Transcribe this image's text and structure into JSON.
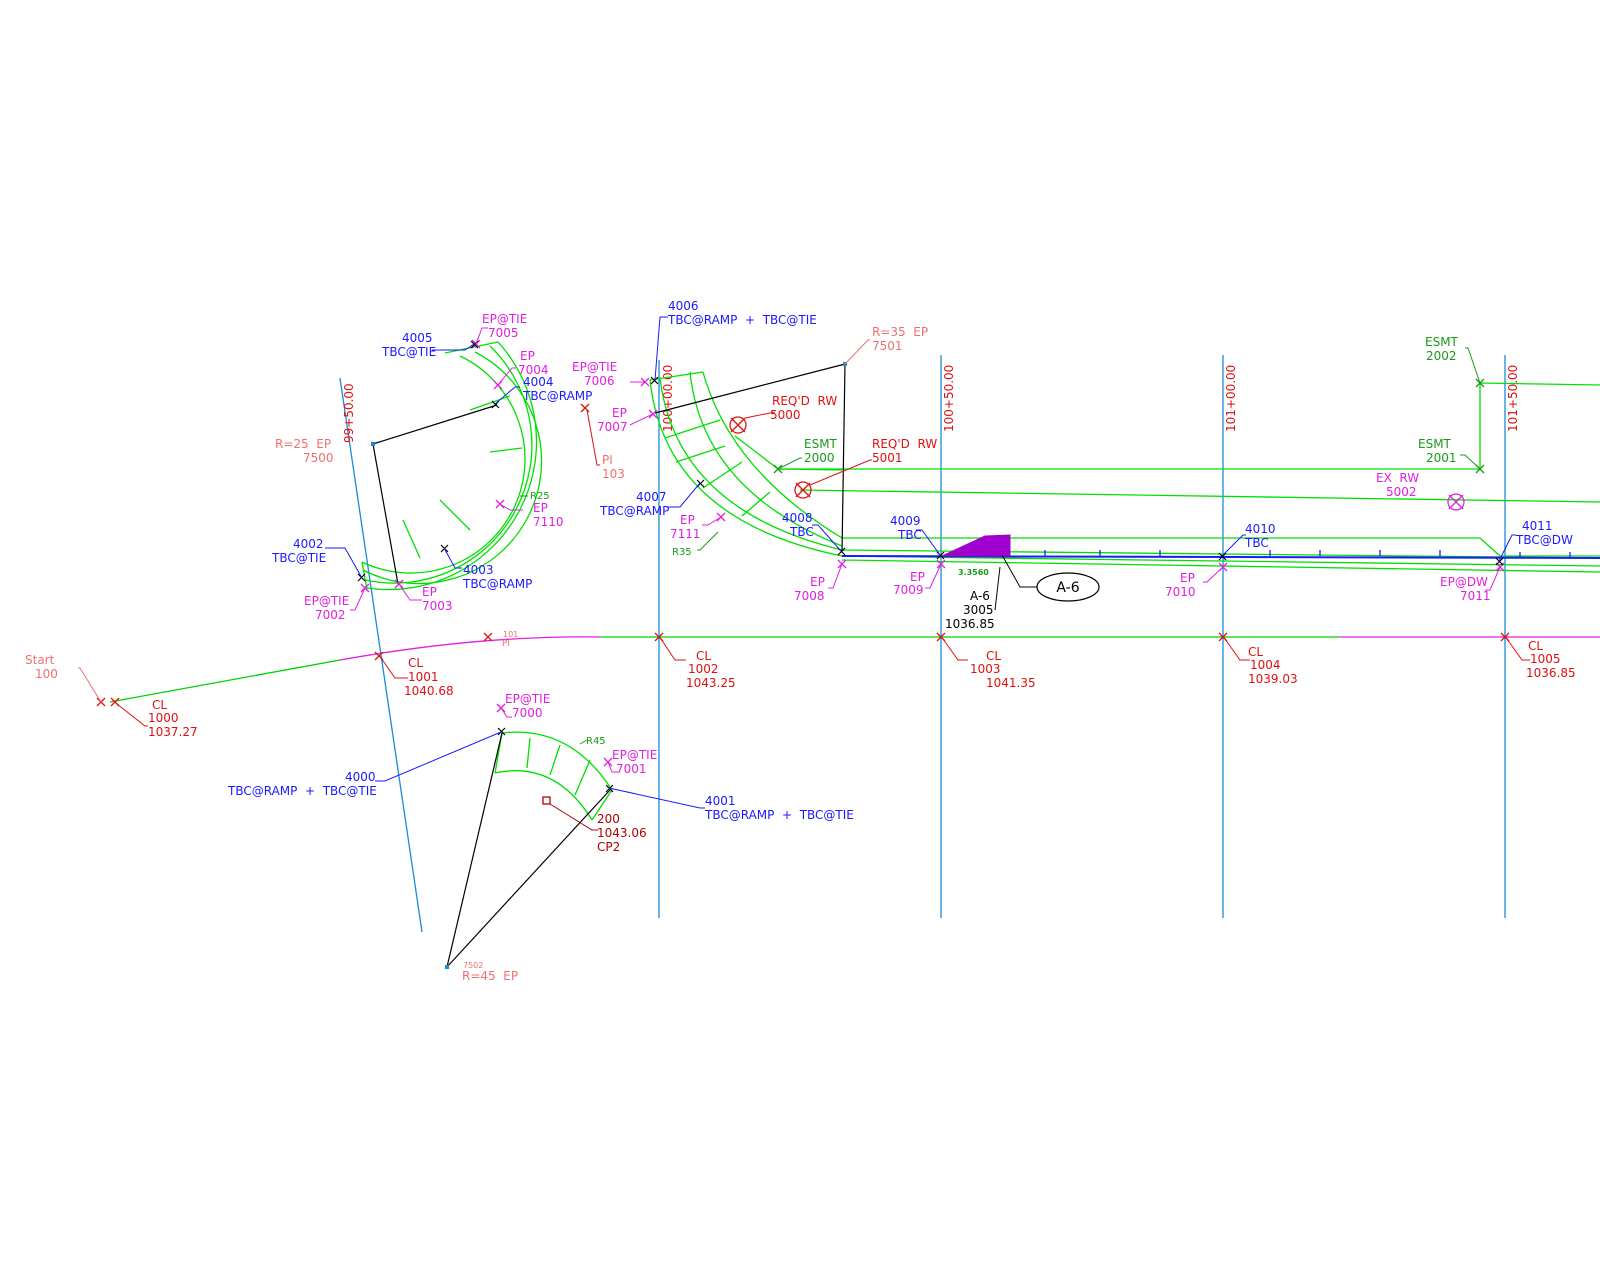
{
  "drawing": {
    "colors": {
      "baseline": "#1a8cd8",
      "edge_pavement": "#00e000",
      "curb": "#1a1aff",
      "centerline_points": "#e01010",
      "ep_points": "#e020e0",
      "radius_points": "#f07070",
      "easement": "#1a9a1a",
      "linework": "#000000"
    },
    "stations": {
      "s9950": "99+50.00",
      "s10000": "100+00.00",
      "s10050": "100+50.00",
      "s10100": "101+00.00",
      "s10150": "101+50.00"
    },
    "start": {
      "label": "Start",
      "num": "100"
    },
    "pi": {
      "num": "101",
      "label": "PI"
    },
    "cl_points": [
      {
        "label": "CL",
        "num": "1000",
        "elev": "1037.27"
      },
      {
        "label": "CL",
        "num": "1001",
        "elev": "1040.68"
      },
      {
        "label": "CL",
        "num": "1002",
        "elev": "1043.25"
      },
      {
        "label": "CL",
        "num": "1003",
        "elev": "1041.35"
      },
      {
        "label": "CL",
        "num": "1004",
        "elev": "1039.03"
      },
      {
        "label": "CL",
        "num": "1005",
        "elev": "1036.85"
      }
    ],
    "curb_points": {
      "p4000": {
        "num": "4000",
        "desc": "TBC@RAMP  +  TBC@TIE"
      },
      "p4001": {
        "num": "4001",
        "desc": "TBC@RAMP  +  TBC@TIE"
      },
      "p4002": {
        "num": "4002",
        "desc": "TBC@TIE"
      },
      "p4003": {
        "num": "4003",
        "desc": "TBC@RAMP"
      },
      "p4004": {
        "num": "4004",
        "desc": "TBC@RAMP"
      },
      "p4005": {
        "num": "4005",
        "desc": "TBC@TIE"
      },
      "p4006": {
        "num": "4006",
        "desc": "TBC@RAMP  +  TBC@TIE"
      },
      "p4007": {
        "num": "4007",
        "desc": "TBC@RAMP"
      },
      "p4008": {
        "num": "4008",
        "desc": "TBC"
      },
      "p4009": {
        "num": "4009",
        "desc": "TBC"
      },
      "p4010": {
        "num": "4010",
        "desc": "TBC"
      },
      "p4011": {
        "num": "4011",
        "desc": "TBC@DW"
      }
    },
    "ep_points": {
      "p7000": {
        "desc": "EP@TIE",
        "num": "7000"
      },
      "p7001": {
        "desc": "EP@TIE",
        "num": "7001"
      },
      "p7002": {
        "desc": "EP@TIE",
        "num": "7002"
      },
      "p7003": {
        "desc": "EP",
        "num": "7003"
      },
      "p7004": {
        "desc": "EP",
        "num": "7004"
      },
      "p7005": {
        "desc": "EP@TIE",
        "num": "7005"
      },
      "p7006": {
        "desc": "EP@TIE",
        "num": "7006"
      },
      "p7007": {
        "desc": "EP",
        "num": "7007"
      },
      "p7008": {
        "desc": "EP",
        "num": "7008"
      },
      "p7009": {
        "desc": "EP",
        "num": "7009"
      },
      "p7010": {
        "desc": "EP",
        "num": "7010"
      },
      "p7011": {
        "desc": "EP@DW",
        "num": "7011"
      },
      "p7110": {
        "desc": "EP",
        "num": "7110"
      },
      "p7111": {
        "desc": "EP",
        "num": "7111"
      }
    },
    "radius_points": {
      "r7500": {
        "desc": "R=25  EP",
        "num": "7500"
      },
      "r7501": {
        "desc": "R=35  EP",
        "num": "7501"
      },
      "r7502": {
        "num": "7502",
        "desc": "R=45  EP"
      }
    },
    "pi_103": {
      "label": "PI",
      "num": "103"
    },
    "radius_labels": {
      "r25": "R25",
      "r35": "R35",
      "r45": "R45"
    },
    "row": {
      "r5000": {
        "desc": "REQ'D  RW",
        "num": "5000"
      },
      "r5001": {
        "desc": "REQ'D  RW",
        "num": "5001"
      },
      "r5002": {
        "desc": "EX  RW",
        "num": "5002"
      }
    },
    "easements": {
      "e2000": {
        "desc": "ESMT",
        "num": "2000"
      },
      "e2001": {
        "desc": "ESMT",
        "num": "2001"
      },
      "e2002": {
        "desc": "ESMT",
        "num": "2002"
      }
    },
    "control_point": {
      "num": "200",
      "elev": "1043.06",
      "name": "CP2"
    },
    "ramp_a6": {
      "bubble": "A-6",
      "label": "A-6",
      "num": "3005",
      "elev": "1036.85",
      "slope": "3.3560"
    }
  }
}
